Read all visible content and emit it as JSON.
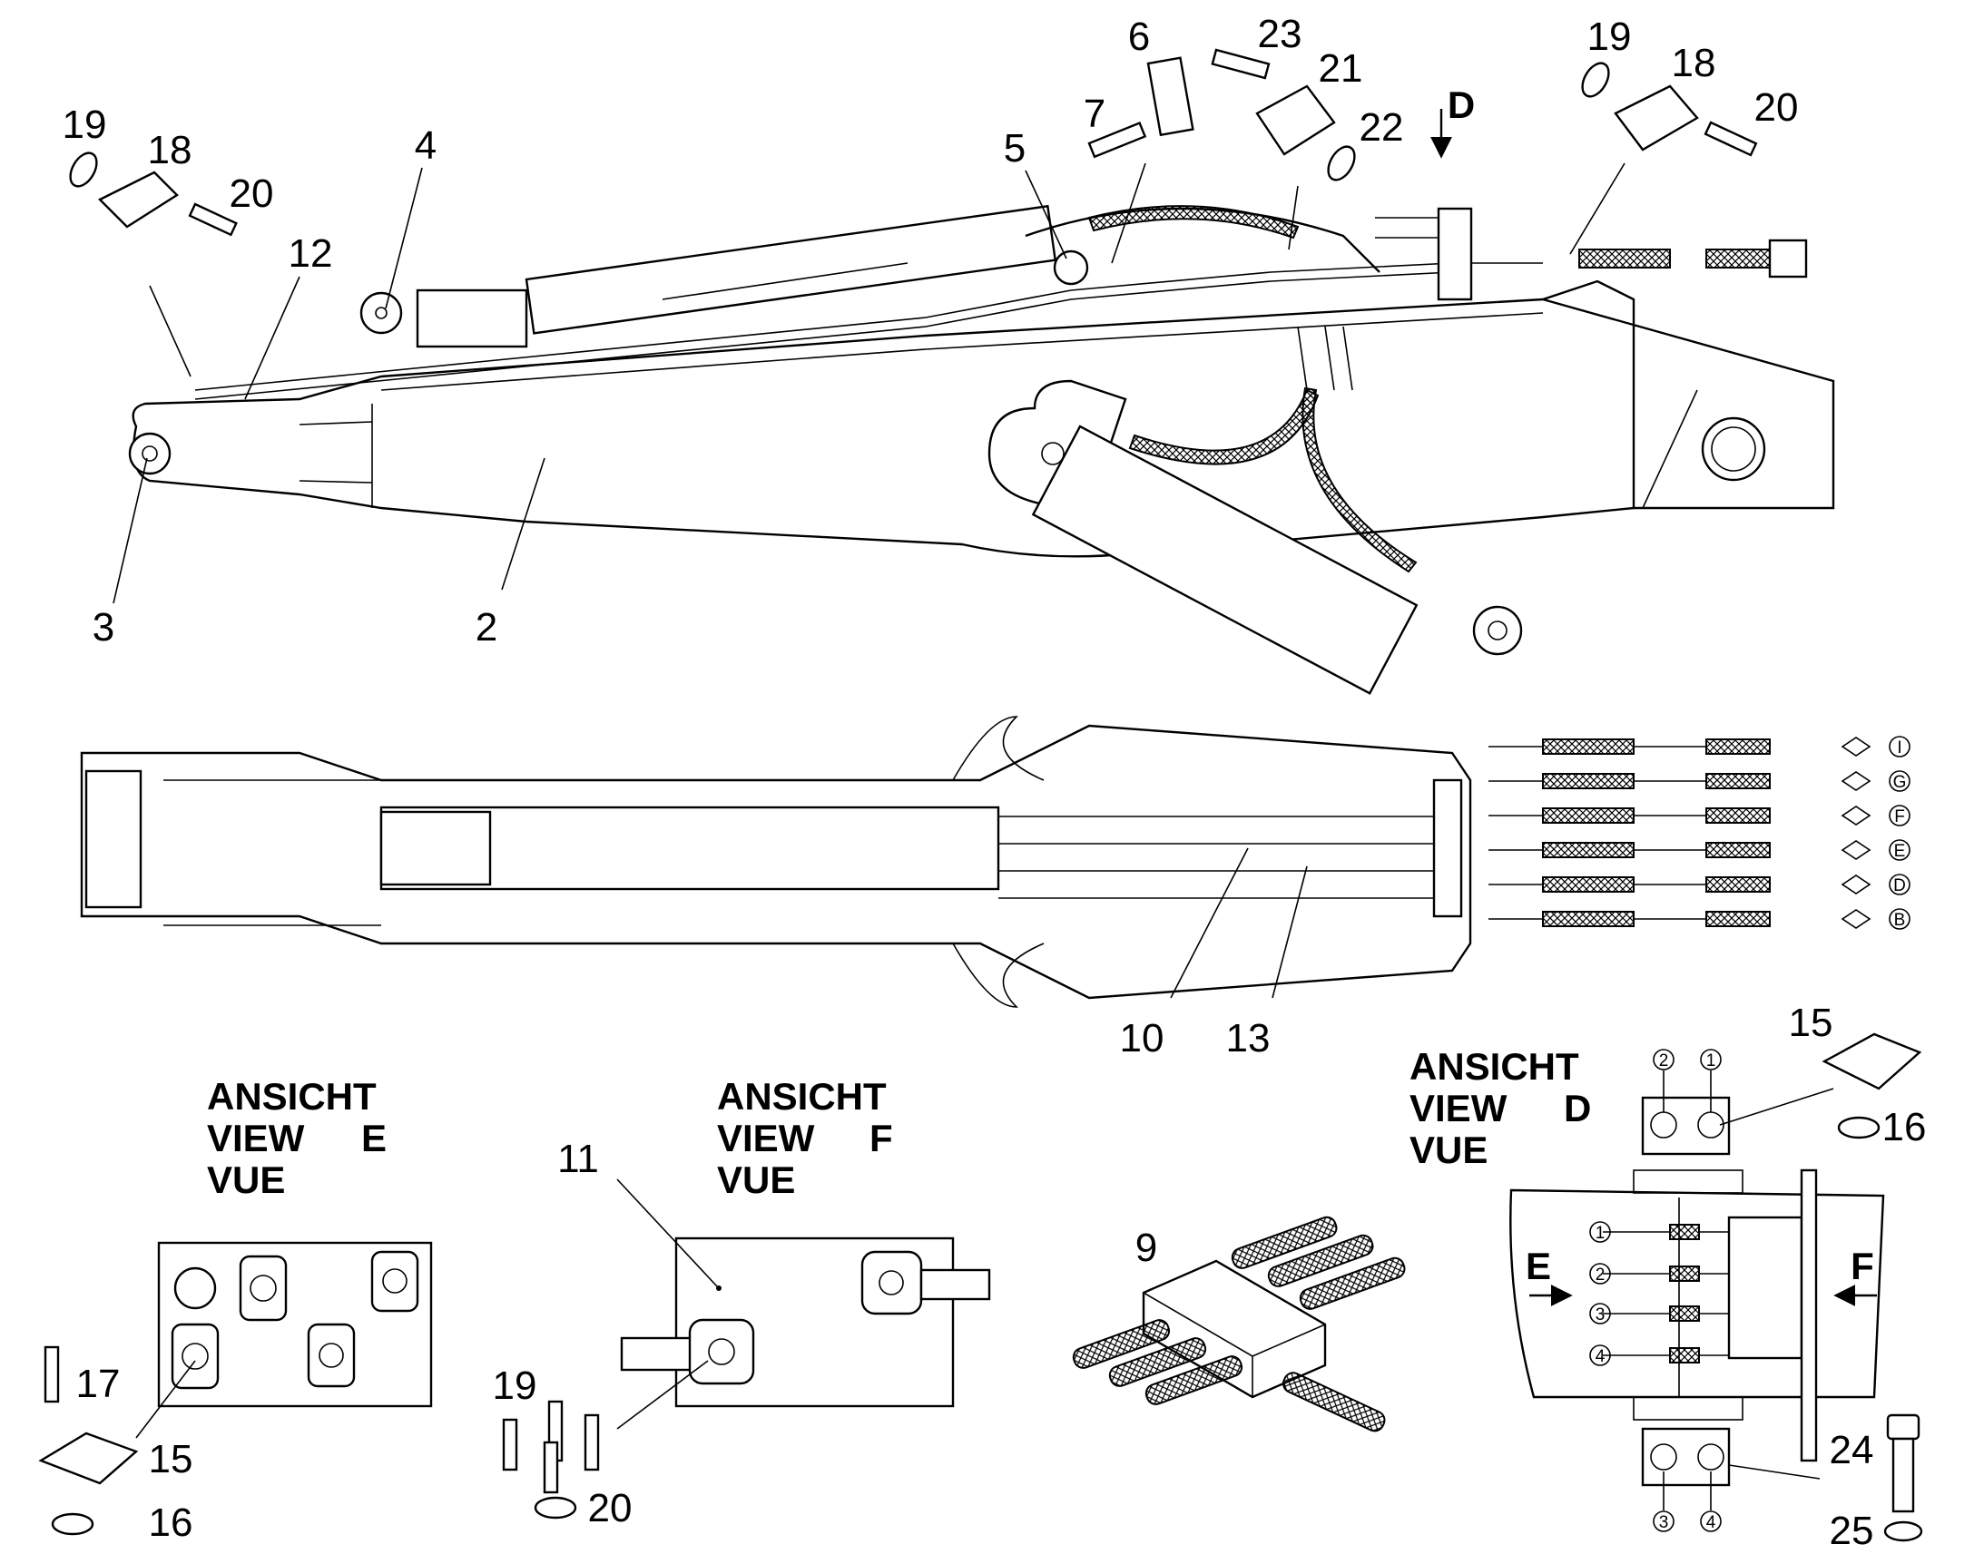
{
  "part_labels": {
    "p19a": "19",
    "p18a": "18",
    "p20a": "20",
    "p12": "12",
    "p4": "4",
    "p3": "3",
    "p2": "2",
    "p6": "6",
    "p7": "7",
    "p5": "5",
    "p23": "23",
    "p21": "21",
    "p22": "22",
    "p19b": "19",
    "p18b": "18",
    "p20b": "20",
    "p10": "10",
    "p13": "13",
    "p17": "17",
    "p15a": "15",
    "p16a": "16",
    "p11": "11",
    "p19c": "19",
    "p20c": "20",
    "p9": "9",
    "p15b": "15",
    "p16b": "16",
    "p24": "24",
    "p25": "25"
  },
  "view_arrow_d": "D",
  "port_markers": [
    "I",
    "G",
    "F",
    "E",
    "D",
    "B"
  ],
  "view_e": {
    "line1": "ANSICHT",
    "line2": "VIEW",
    "letter": "E",
    "line3": "VUE"
  },
  "view_f": {
    "line1": "ANSICHT",
    "line2": "VIEW",
    "letter": "F",
    "line3": "VUE"
  },
  "view_d": {
    "line1": "ANSICHT",
    "line2": "VIEW",
    "letter": "D",
    "line3": "VUE",
    "arrow_e": "E",
    "arrow_f": "F",
    "circled_top": [
      "2",
      "1"
    ],
    "circled_side": [
      "1",
      "2",
      "3",
      "4"
    ],
    "circled_bottom": [
      "3",
      "4"
    ]
  }
}
